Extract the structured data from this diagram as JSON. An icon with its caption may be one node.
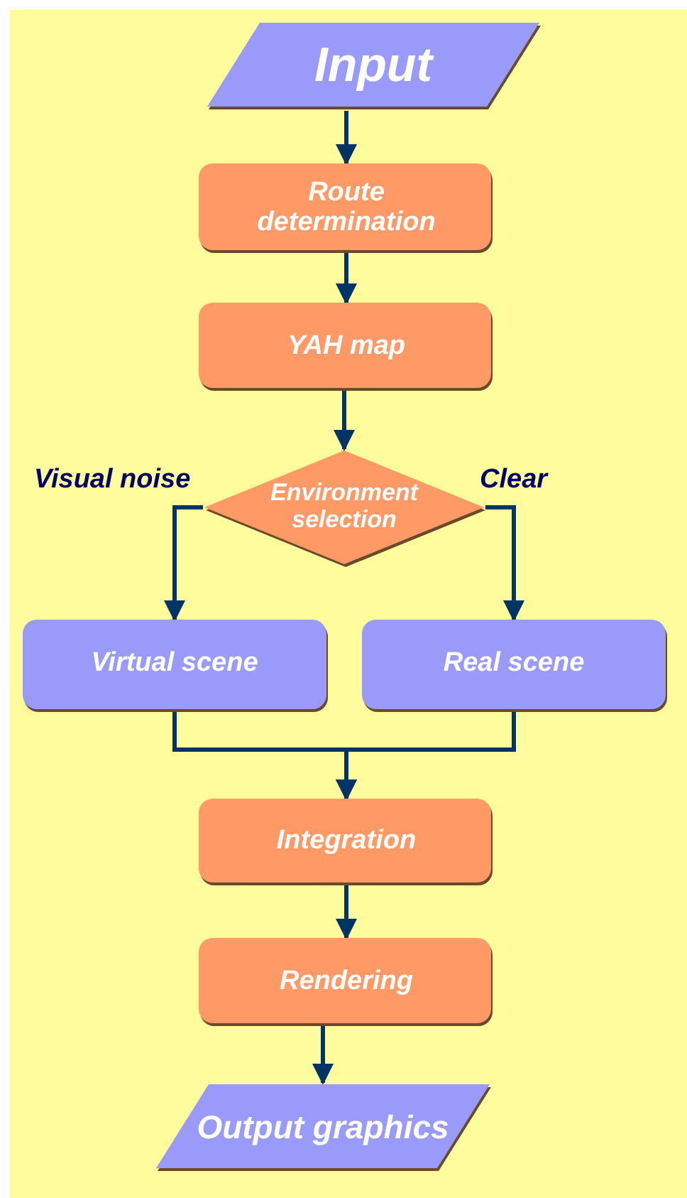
{
  "diagram": {
    "nodes": [
      {
        "text": [
          "Input"
        ]
      },
      {
        "text": [
          "Route determination"
        ]
      },
      {
        "text": [
          "YAH map"
        ]
      },
      {
        "text": [
          "Environment selection"
        ]
      },
      {
        "text": [
          "Virtual scene"
        ]
      },
      {
        "text": [
          "Real scene"
        ]
      },
      {
        "text": [
          "Integration"
        ]
      },
      {
        "text": [
          "Rendering"
        ]
      },
      {
        "text": [
          "Output graphics"
        ]
      }
    ],
    "edges": [
      {
        "from": 0,
        "to": 1,
        "arrow": "to"
      },
      {
        "from": 1,
        "to": 2,
        "arrow": "to"
      },
      {
        "from": 2,
        "to": 3,
        "arrow": "to"
      },
      {
        "from": 3,
        "to": 4,
        "arrow": "to",
        "label": "Visual noise"
      },
      {
        "from": 3,
        "to": 5,
        "arrow": "to",
        "label": "Clear"
      },
      {
        "from": 4,
        "to": 6,
        "arrow": "to"
      },
      {
        "from": 5,
        "to": 6,
        "arrow": "to"
      },
      {
        "from": 6,
        "to": 7,
        "arrow": "to"
      },
      {
        "from": 7,
        "to": 8,
        "arrow": "to"
      }
    ]
  }
}
